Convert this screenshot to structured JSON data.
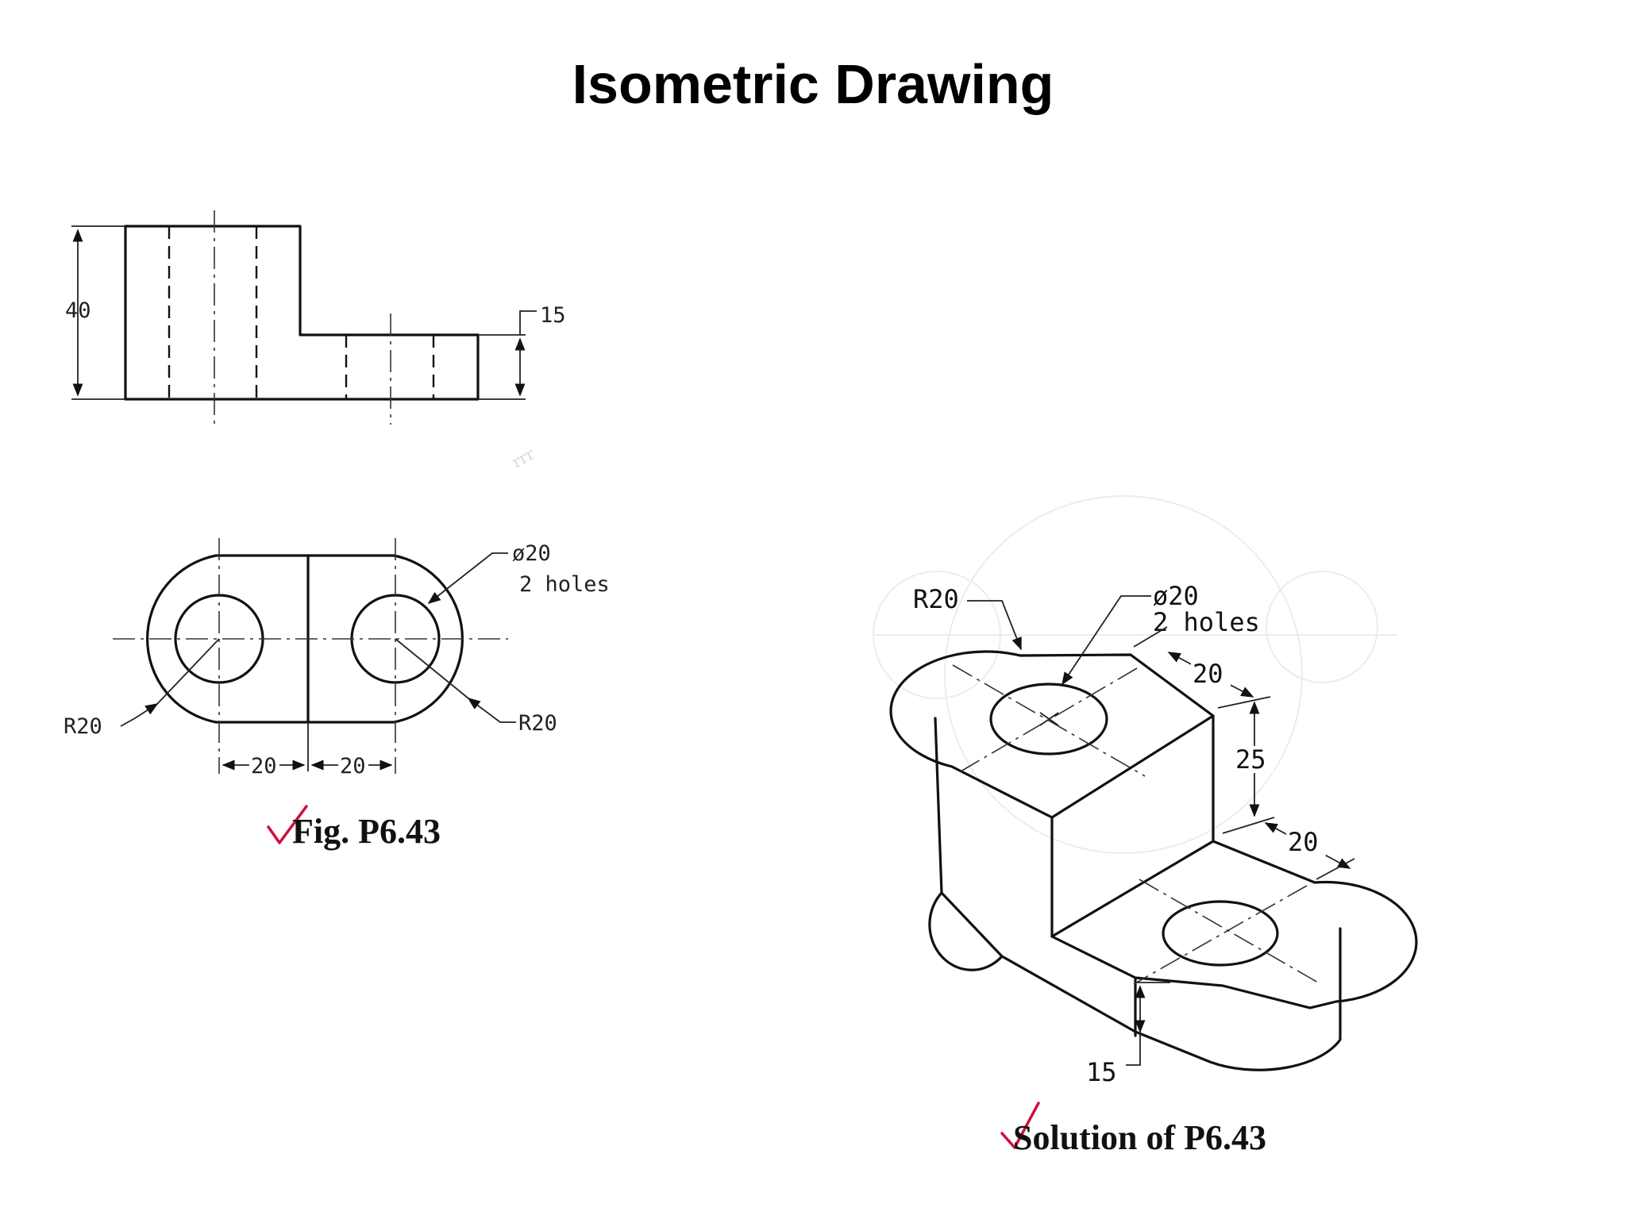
{
  "title": "Isometric Drawing",
  "views": {
    "front": {
      "height_dim": "40",
      "step_dim": "15"
    },
    "top": {
      "hole_note_line1": "ø20",
      "hole_note_line2": "2 holes",
      "radius_left": "R20",
      "radius_right": "R20",
      "spacing_left": "20",
      "spacing_right": "20"
    },
    "caption": "Fig. P6.43"
  },
  "isometric": {
    "radius": "R20",
    "hole_note_line1": "ø20",
    "hole_note_line2": "2 holes",
    "dim_top_width": "20",
    "dim_height": "25",
    "dim_lower_width": "20",
    "dim_base": "15",
    "caption": "Solution of P6.43"
  },
  "colors": {
    "ink": "#111111",
    "check_mark": "#d0103a",
    "background": "#ffffff"
  },
  "icons": [
    "check-mark-icon"
  ]
}
